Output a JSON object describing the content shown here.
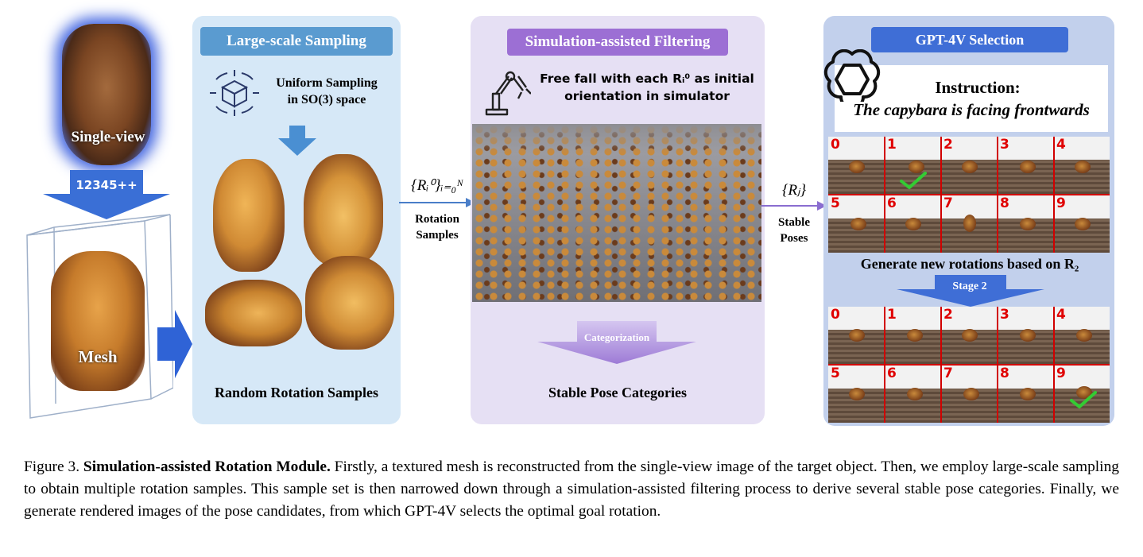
{
  "left": {
    "single_view_label": "Single-view",
    "arrow_label": "12345++",
    "mesh_label": "Mesh"
  },
  "panel1": {
    "title": "Large-scale Sampling",
    "uniform_line1": "Uniform Sampling",
    "uniform_line2": "in SO(3) space",
    "caption": "Random Rotation Samples",
    "icon": "rotation-cube-icon"
  },
  "connector1": {
    "math": "{Rᵢ⁰}ᵢ₌₀ᴺ",
    "label_line1": "Rotation",
    "label_line2": "Samples"
  },
  "panel2": {
    "title": "Simulation-assisted Filtering",
    "free_fall_line1": "Free fall with each Rᵢ⁰ as initial",
    "free_fall_line2": "orientation in simulator",
    "arrow_label": "Categorization",
    "caption": "Stable Pose Categories",
    "icon": "robot-arm-icon"
  },
  "connector2": {
    "math": "{Rⱼ}",
    "label_line1": "Stable",
    "label_line2": "Poses"
  },
  "panel3": {
    "title": "GPT-4V Selection",
    "instruction_title": "Instruction:",
    "instruction_text": "The capybara is facing frontwards",
    "generate_text": "Generate new rotations based on R₂",
    "stage_label": "Stage 2",
    "grid1_numbers": [
      "0",
      "1",
      "2",
      "3",
      "4",
      "5",
      "6",
      "7",
      "8",
      "9"
    ],
    "grid2_numbers": [
      "0",
      "1",
      "2",
      "3",
      "4",
      "5",
      "6",
      "7",
      "8",
      "9"
    ],
    "grid1_checked": "1",
    "grid2_checked": "9",
    "icon": "openai-logo-icon"
  },
  "caption": {
    "figure_label": "Figure 3.",
    "bold_title": "Simulation-assisted Rotation Module.",
    "body": "Firstly, a textured mesh is reconstructed from the single-view image of the target object. Then, we employ large-scale sampling to obtain multiple rotation samples. This sample set is then narrowed down through a simulation-assisted filtering process to derive several stable pose categories. Finally, we generate rendered images of the pose candidates, from which GPT-4V selects the optimal goal rotation."
  },
  "colors": {
    "panel1_bg": "#d6e8f7",
    "panel1_title": "#5a9bd0",
    "panel2_bg": "#e6e0f4",
    "panel2_title": "#9c6fd4",
    "panel3_bg": "#c2d0ec",
    "panel3_title": "#3f6ed6",
    "grid_numbers": "#e00000",
    "checkmark": "#33cc33"
  }
}
